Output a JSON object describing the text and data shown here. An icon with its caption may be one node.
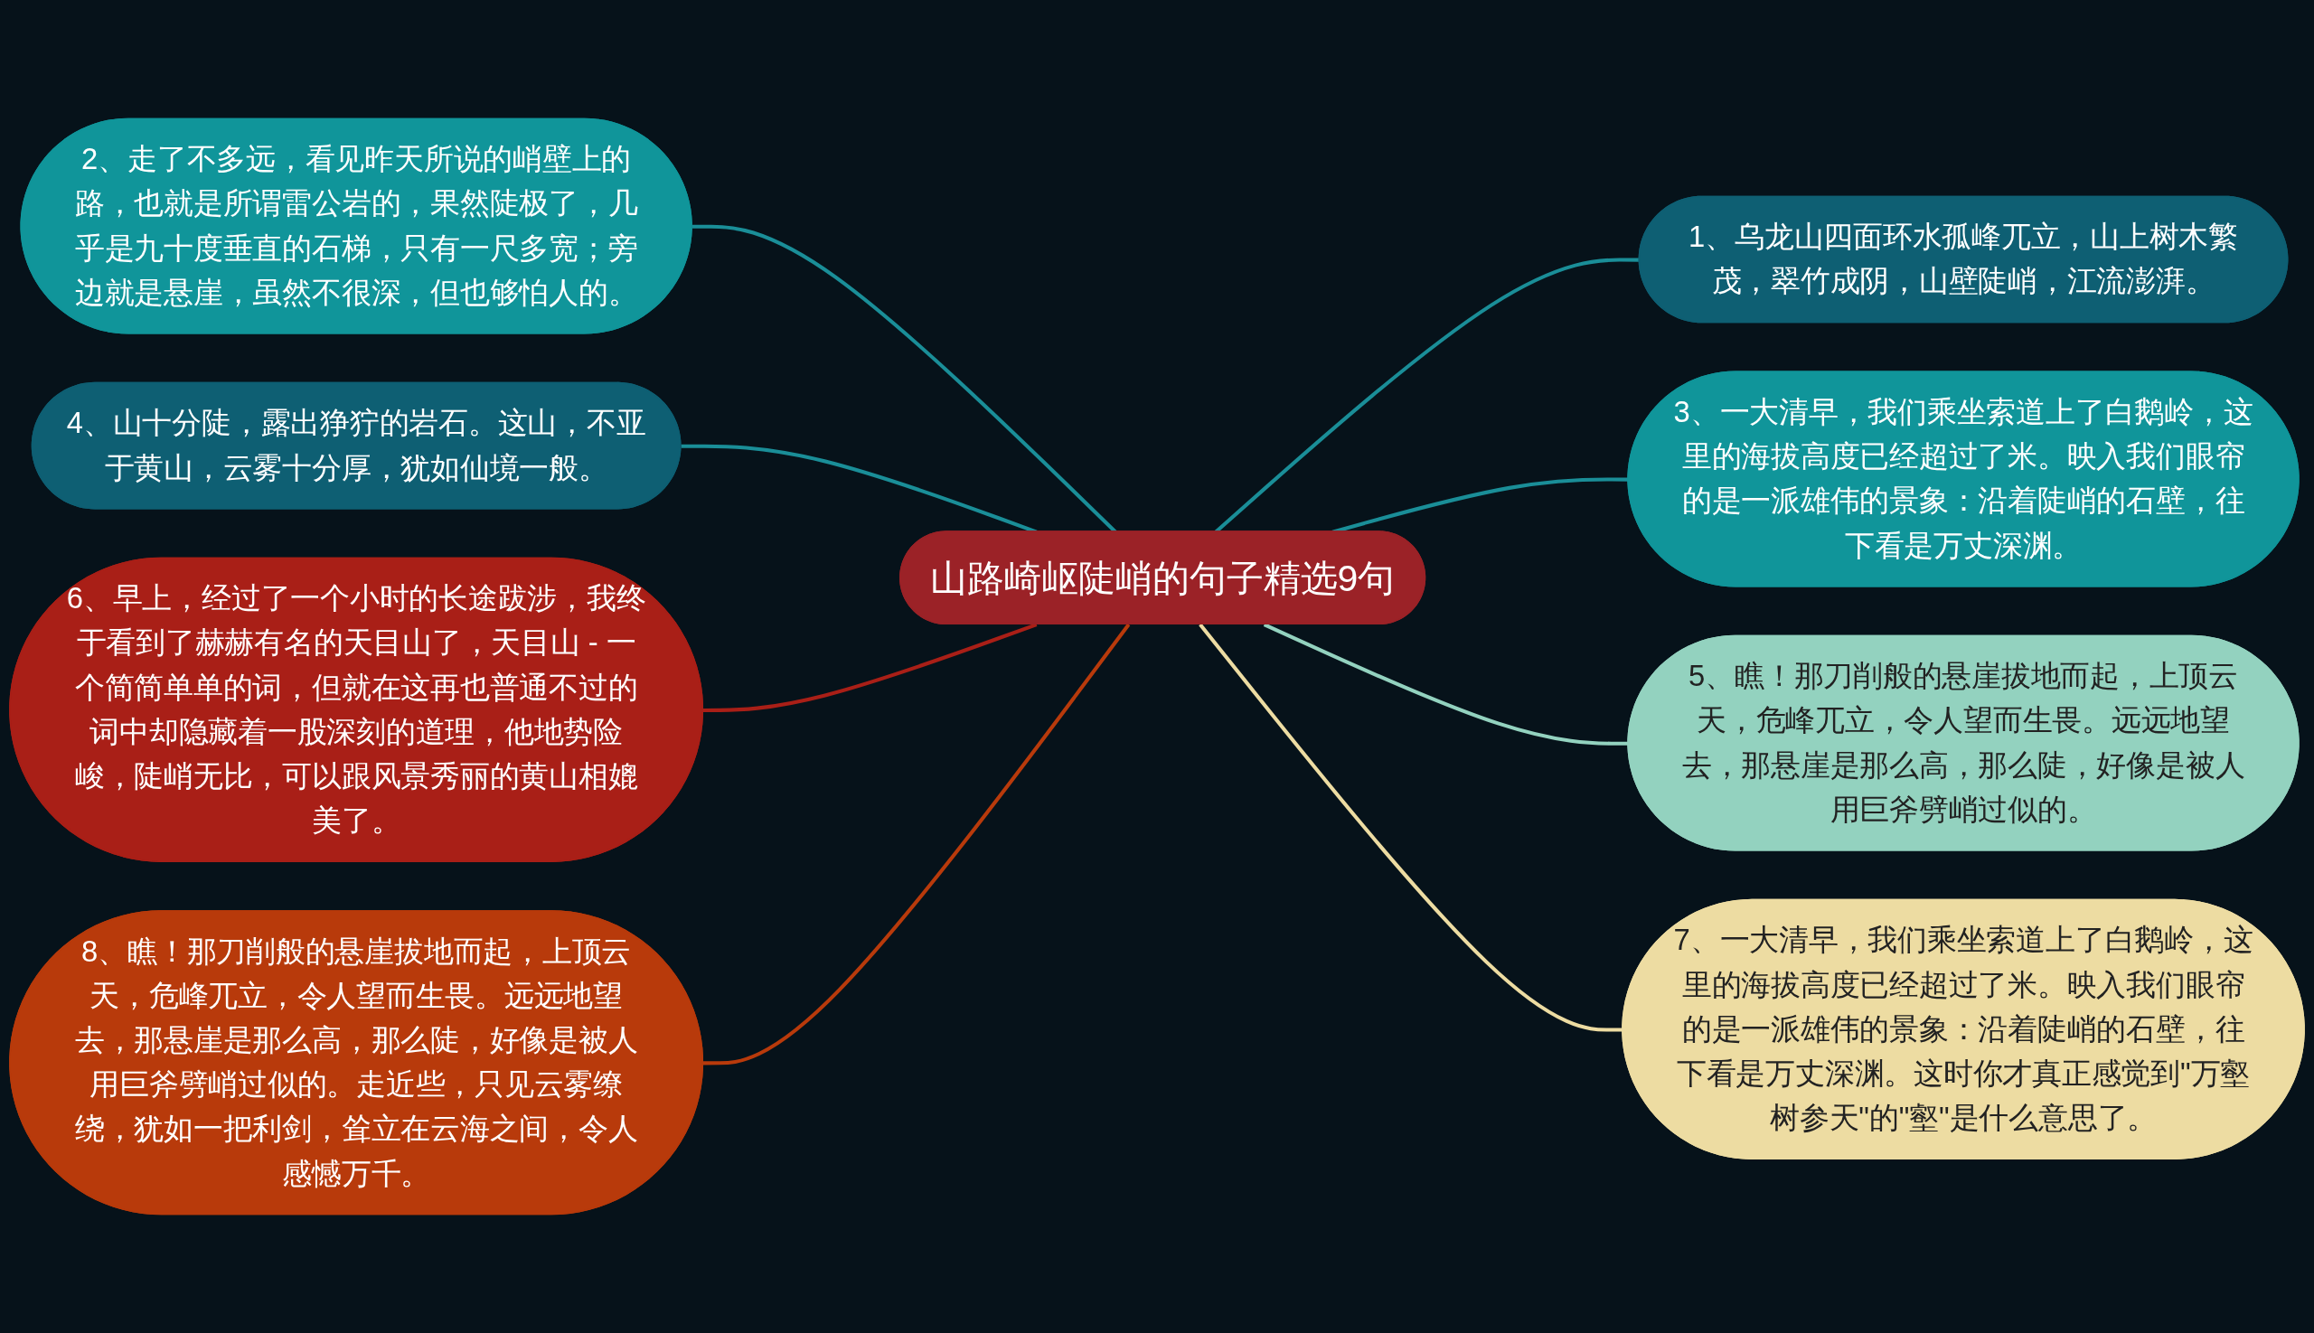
{
  "diagram": {
    "nodes": [
      {
        "text": [
          "山路崎岖陡峭的句子精选9句"
        ]
      },
      {
        "text": [
          "1、乌龙山四面环水孤峰兀立，山上树木繁茂，翠竹成阴，山壁陡峭，江流澎湃。"
        ]
      },
      {
        "text": [
          "2、走了不多远，看见昨天所说的峭壁上的路，也就是所谓雷公岩的，果然陡极了，几乎是九十度垂直的石梯，只有一尺多宽；旁边就是悬崖，虽然不很深，但也够怕人的。"
        ]
      },
      {
        "text": [
          "3、一大清早，我们乘坐索道上了白鹅岭，这里的海拔高度已经超过了米。映入我们眼帘的是一派雄伟的景象：沿着陡峭的石壁，往下看是万丈深渊。"
        ]
      },
      {
        "text": [
          "4、山十分陡，露出狰狞的岩石。这山，不亚于黄山，云雾十分厚，犹如仙境一般。"
        ]
      },
      {
        "text": [
          "5、瞧！那刀削般的悬崖拔地而起，上顶云天，危峰兀立，令人望而生畏。远远地望去，那悬崖是那么高，那么陡，好像是被人用巨斧劈峭过似的。"
        ]
      },
      {
        "text": [
          "6、早上，经过了一个小时的长途跋涉，我终于看到了赫赫有名的天目山了，天目山 - 一个简简单单的词，但就在这再也普通不过的词中却隐藏着一股深刻的道理，他地势险峻，陡峭无比，可以跟风景秀丽的黄山相媲美了。"
        ]
      },
      {
        "text": [
          "7、一大清早，我们乘坐索道上了白鹅岭，这里的海拔高度已经超过了米。映入我们眼帘的是一派雄伟的景象：沿着陡峭的石壁，往下看是万丈深渊。这时你才真正感觉到\"万壑树参天\"的\"壑\"是什么意思了。"
        ]
      },
      {
        "text": [
          "8、瞧！那刀削般的悬崖拔地而起，上顶云天，危峰兀立，令人望而生畏。远远地望去，那悬崖是那么高，那么陡，好像是被人用巨斧劈峭过似的。走近些，只见云雾缭绕，犹如一把利剑，耸立在云海之间，令人感憾万千。"
        ]
      }
    ],
    "edges": [
      {
        "from": 0,
        "to": 1,
        "arrow": "none"
      },
      {
        "from": 0,
        "to": 2,
        "arrow": "none"
      },
      {
        "from": 0,
        "to": 3,
        "arrow": "none"
      },
      {
        "from": 0,
        "to": 4,
        "arrow": "none"
      },
      {
        "from": 0,
        "to": 5,
        "arrow": "none",
        "color": "#93d2bf"
      },
      {
        "from": 0,
        "to": 6,
        "arrow": "none",
        "color": "#a91f17"
      },
      {
        "from": 0,
        "to": 7,
        "arrow": "none",
        "color": "#eddca2"
      },
      {
        "from": 0,
        "to": 8,
        "arrow": "none",
        "color": "#b83a0b"
      }
    ]
  }
}
